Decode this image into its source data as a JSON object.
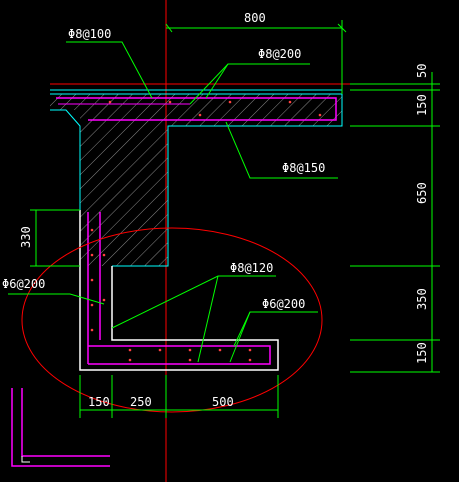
{
  "drawing": {
    "labels": {
      "dim_top": "800",
      "rebar_phi8_100": "Φ8@100",
      "rebar_phi8_200": "Φ8@200",
      "rebar_phi8_150": "Φ8@150",
      "rebar_phi8_120": "Φ8@120",
      "rebar_phi6_200_left": "Φ6@200",
      "rebar_phi6_200_right": "Φ6@200",
      "dim_330": "330",
      "dim_50": "50",
      "dim_150_top": "150",
      "dim_650": "650",
      "dim_350": "350",
      "dim_150_bottom": "150",
      "dim_b150": "150",
      "dim_b250": "250",
      "dim_b500": "500"
    },
    "colors": {
      "background": "#000000",
      "text": "#ffffff",
      "dimension": "#00ff00",
      "leader": "#00ff00",
      "concrete_outline": "#00ffff",
      "rebar": "#ff00ff",
      "rebar_dots": "#ff4040",
      "hatch": "#8a8a8a",
      "center_line": "#ff0000",
      "ellipse": "#ff0000",
      "ucs_icon": "#ff00ff"
    }
  }
}
